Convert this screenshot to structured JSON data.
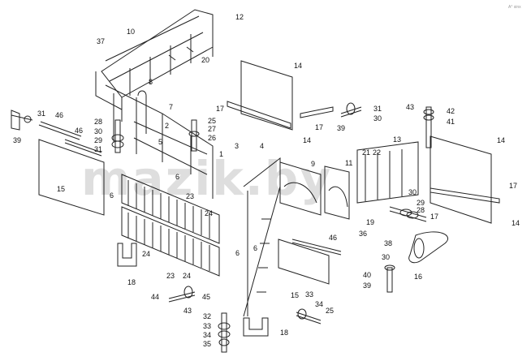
{
  "watermark": "mazik.by",
  "corner_mark": "A° sinx",
  "colors": {
    "line": "#222222",
    "paper": "#ffffff",
    "watermark": "#000000"
  },
  "callouts": [
    "12",
    "10",
    "37",
    "20",
    "8",
    "7",
    "2",
    "5",
    "1",
    "3",
    "4",
    "9",
    "11",
    "13",
    "14",
    "17",
    "31",
    "46",
    "39",
    "30",
    "28",
    "29",
    "25",
    "27",
    "26",
    "6",
    "15",
    "23",
    "24",
    "18",
    "44",
    "43",
    "45",
    "32",
    "33",
    "34",
    "35",
    "16",
    "36",
    "38",
    "40",
    "19",
    "21",
    "22",
    "42",
    "41"
  ]
}
